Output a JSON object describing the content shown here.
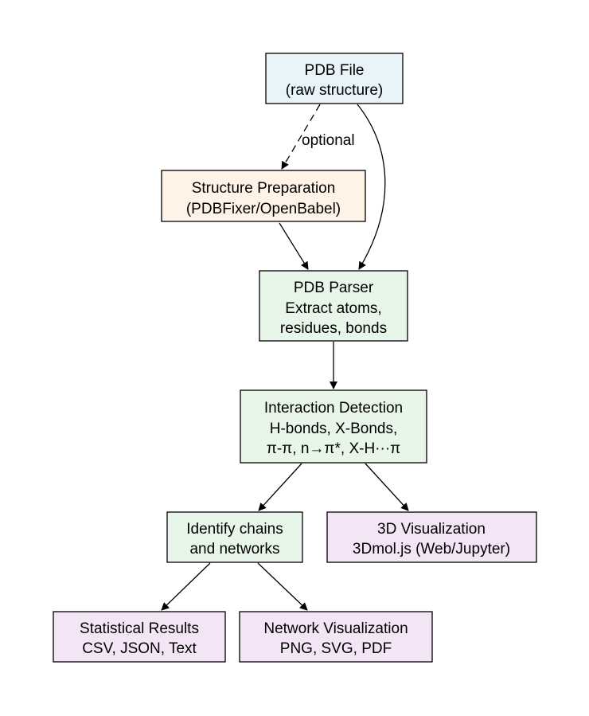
{
  "colors": {
    "source": "#e8f4f8",
    "preparation": "#fef3e6",
    "processing": "#e8f5e9",
    "output": "#f3e5f5",
    "stroke": "#000000",
    "text": "#000000"
  },
  "nodes": {
    "pdb_file": {
      "line1": "PDB File",
      "line2": "(raw structure)",
      "fill": "#e8f4f8"
    },
    "structure_prep": {
      "line1": "Structure Preparation",
      "line2": "(PDBFixer/OpenBabel)",
      "fill": "#fef3e6"
    },
    "pdb_parser": {
      "line1": "PDB Parser",
      "line2": "Extract atoms,",
      "line3": "residues, bonds",
      "fill": "#e8f5e9"
    },
    "interaction_detection": {
      "line1": "Interaction Detection",
      "line2": "H-bonds, X-Bonds,",
      "line3": "π-π, n→π*, X-H···π",
      "fill": "#e8f5e9"
    },
    "identify_chains": {
      "line1": "Identify chains",
      "line2": "and networks",
      "fill": "#e8f5e9"
    },
    "visualization_3d": {
      "line1": "3D Visualization",
      "line2": "3Dmol.js (Web/Jupyter)",
      "fill": "#f3e5f5"
    },
    "statistical_results": {
      "line1": "Statistical Results",
      "line2": "CSV, JSON, Text",
      "fill": "#f3e5f5"
    },
    "network_visualization": {
      "line1": "Network Visualization",
      "line2": "PNG, SVG, PDF",
      "fill": "#f3e5f5"
    }
  },
  "edges": {
    "optional_label": "optional"
  }
}
